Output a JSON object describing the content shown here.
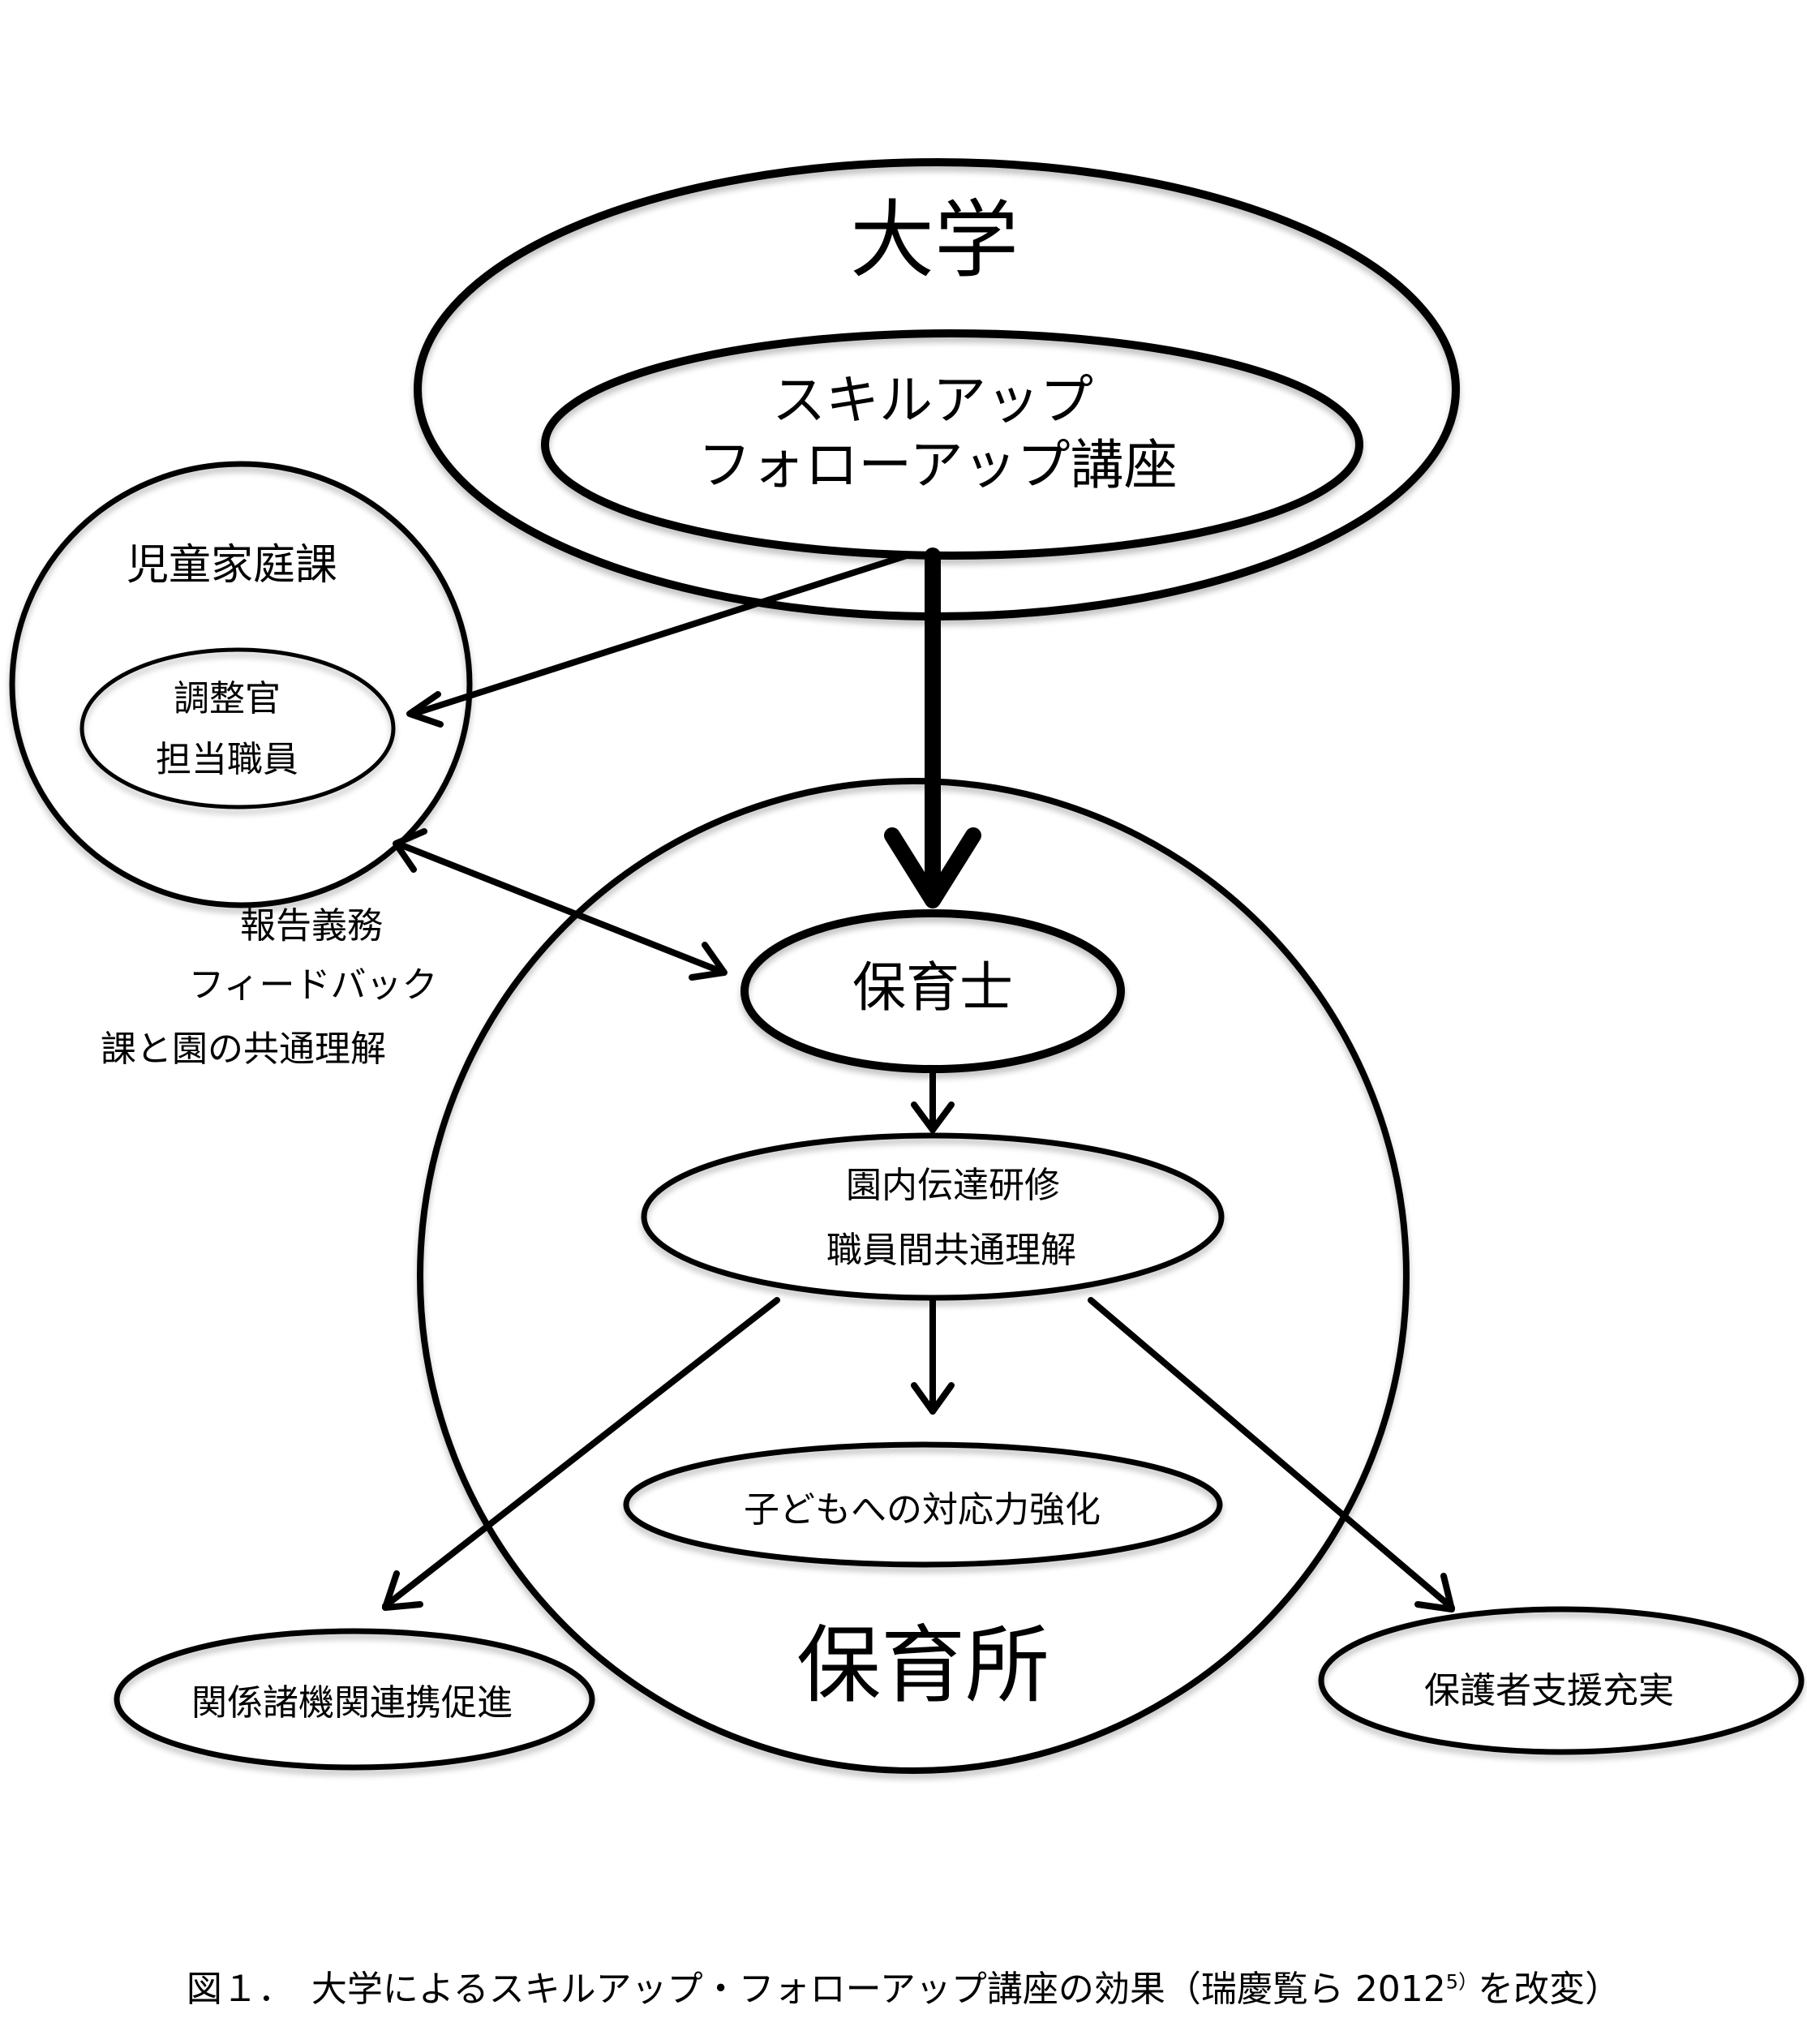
{
  "nodes": {
    "university": {
      "label": "大学"
    },
    "course": {
      "line1": "スキルアップ",
      "line2": "フォローアップ講座"
    },
    "child_family_division": {
      "label": "児童家庭課"
    },
    "staff": {
      "line1": "調整官",
      "line2": "担当職員"
    },
    "nursery": {
      "label": "保育所"
    },
    "childcare_worker": {
      "label": "保育士"
    },
    "in_house_training": {
      "line1": "園内伝達研修",
      "line2": "職員間共通理解"
    },
    "child_response": {
      "label": "子どもへの対応力強化"
    },
    "agency_cooperation": {
      "label": "関係諸機関連携促進"
    },
    "parent_support": {
      "label": "保護者支援充実"
    }
  },
  "edge_labels": {
    "line1": "報告義務",
    "line2": "フィードバック",
    "line3": "課と園の共通理解"
  },
  "caption": {
    "prefix": "図１．　大学によるスキルアップ・フォローアップ講座の効果（瑞慶覧ら 2012",
    "superscript": "5）",
    "suffix": "を改変）"
  },
  "colors": {
    "stroke": "#000000",
    "background": "#ffffff"
  }
}
